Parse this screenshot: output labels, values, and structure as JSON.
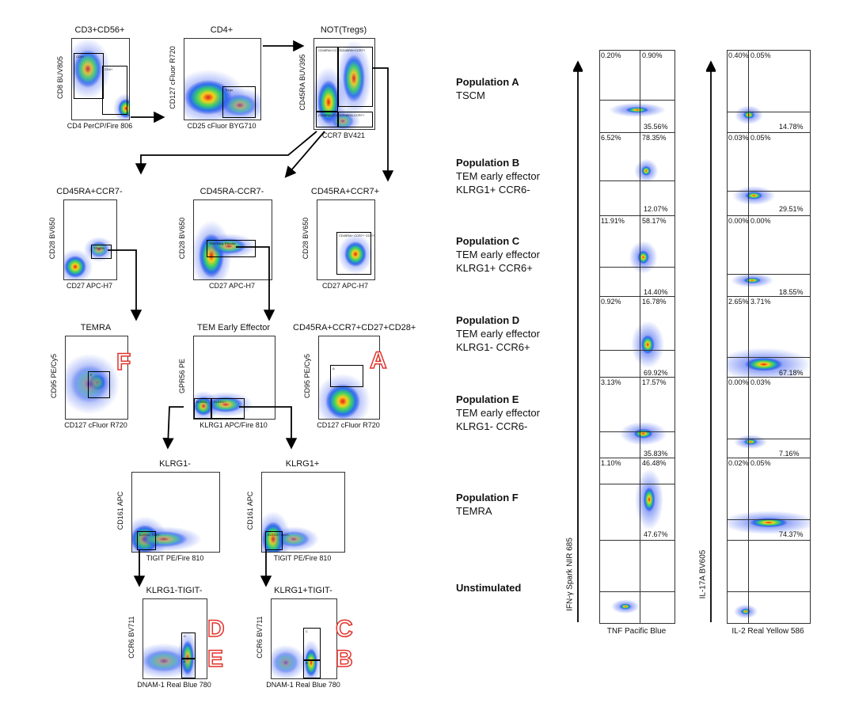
{
  "left_panels": [
    {
      "id": "p1",
      "title": "CD3+CD56+",
      "xlabel": "CD4 PerCP/Fire 806",
      "ylabel": "CD8 BUV805",
      "gates": [
        "CD8+",
        "CD4+"
      ]
    },
    {
      "id": "p2",
      "title": "CD4+",
      "xlabel": "CD25 cFluor BYG710",
      "ylabel": "CD127 cFluor R720",
      "gates": [
        "Tregs"
      ]
    },
    {
      "id": "p3",
      "title": "NOT(Tregs)",
      "xlabel": "CCR7 BV421",
      "ylabel": "CD45RA BUV395",
      "gates": [
        "CD45RA+CCR7-",
        "CD45RA+CCR7+",
        "CD45RA-CCR7-",
        "CD45RA-CCR7+"
      ]
    },
    {
      "id": "p4",
      "title": "CD45RA+CCR7-",
      "xlabel": "CD27 APC-H7",
      "ylabel": "CD28 BV650",
      "gates": [
        "TEMRA"
      ]
    },
    {
      "id": "p5",
      "title": "CD45RA-CCR7-",
      "xlabel": "CD27 APC-H7",
      "ylabel": "CD28 BV650",
      "gates": [
        "TEM Early Effector"
      ]
    },
    {
      "id": "p6",
      "title": "CD45RA+CCR7+",
      "xlabel": "CD27 APC-H7",
      "ylabel": "CD28 BV650",
      "gates": [
        "CD45RA+ CCR7+ CD27+ CD28+"
      ]
    },
    {
      "id": "p7",
      "title": "TEMRA",
      "xlabel": "CD127 cFluor R720",
      "ylabel": "CD95 PE/Cy5",
      "gates": [
        "F"
      ]
    },
    {
      "id": "p8",
      "title": "TEM Early Effector",
      "xlabel": "KLRG1 APC/Fire 810",
      "ylabel": "GPR56 PE",
      "gates": [
        "KLRG1-",
        "KLRG1+"
      ]
    },
    {
      "id": "p9",
      "title": "CD45RA+CCR7+CD27+CD28+",
      "xlabel": "CD127 cFluor R720",
      "ylabel": "CD95 PE/Cy5",
      "gates": [
        "A"
      ]
    },
    {
      "id": "p10",
      "title": "KLRG1-",
      "xlabel": "TIGIT PE/Fire 810",
      "ylabel": "CD161 APC",
      "gates": [
        "KLRG1- TIGIT-"
      ]
    },
    {
      "id": "p11",
      "title": "KLRG1+",
      "xlabel": "TIGIT PE/Fire 810",
      "ylabel": "CD161 APC",
      "gates": [
        "KLRG1+ TIGIT-"
      ]
    },
    {
      "id": "p12",
      "title": "KLRG1-TIGIT-",
      "xlabel": "DNAM-1 Real Blue 780",
      "ylabel": "CCR6 BV711",
      "gates": [
        "D",
        "E"
      ]
    },
    {
      "id": "p13",
      "title": "KLRG1+TIGIT-",
      "xlabel": "DNAM-1 Real Blue 780",
      "ylabel": "CCR6 BV711",
      "gates": [
        "C",
        "B"
      ]
    }
  ],
  "big_labels": {
    "F": "F",
    "A": "A",
    "D": "D",
    "E": "E",
    "C": "C",
    "B": "B"
  },
  "populations": [
    {
      "name": "Population A",
      "lines": [
        "TSCM"
      ]
    },
    {
      "name": "Population B",
      "lines": [
        "TEM early effector",
        "KLRG1+ CCR6-"
      ]
    },
    {
      "name": "Population C",
      "lines": [
        "TEM early effector",
        "KLRG1+ CCR6+"
      ]
    },
    {
      "name": "Population D",
      "lines": [
        "TEM early effector",
        "KLRG1- CCR6+"
      ]
    },
    {
      "name": "Population E",
      "lines": [
        "TEM early effector",
        "KLRG1- CCR6-"
      ]
    },
    {
      "name": "Population F",
      "lines": [
        "TEMRA"
      ]
    },
    {
      "name": "Unstimulated",
      "lines": []
    }
  ],
  "right_grid": {
    "col1": {
      "xlabel": "TNF Pacific Blue",
      "ylabel": "IFN-γ Spark NIR 685",
      "rows": [
        {
          "tl": "0.20%",
          "tr": "0.90%",
          "br": "35.56%"
        },
        {
          "tl": "6.52%",
          "tr": "78.35%",
          "br": "12.07%"
        },
        {
          "tl": "11.91%",
          "tr": "58.17%",
          "br": "14.40%"
        },
        {
          "tl": "0.92%",
          "tr": "16.78%",
          "br": "69.92%"
        },
        {
          "tl": "3.13%",
          "tr": "17.57%",
          "br": "35.83%"
        },
        {
          "tl": "1.10%",
          "tr": "46.48%",
          "br": "47.67%"
        },
        {
          "tl": "",
          "tr": "",
          "br": ""
        }
      ]
    },
    "col2": {
      "xlabel": "IL-2 Real Yellow 586",
      "ylabel": "IL-17A BV605",
      "rows": [
        {
          "tl": "0.40%",
          "tr": "0.05%",
          "br": "14.78%"
        },
        {
          "tl": "0.03%",
          "tr": "0.05%",
          "br": "29.51%"
        },
        {
          "tl": "0.00%",
          "tr": "0.00%",
          "br": "18.55%"
        },
        {
          "tl": "2.65%",
          "tr": "3.71%",
          "br": "67.18%"
        },
        {
          "tl": "0.00%",
          "tr": "0.03%",
          "br": "7.16%"
        },
        {
          "tl": "0.02%",
          "tr": "0.05%",
          "br": "74.37%"
        },
        {
          "tl": "",
          "tr": "",
          "br": ""
        }
      ]
    }
  },
  "colors": {
    "label_red": "#e3322b",
    "dot_blue": "#2a3fe0",
    "dot_hot": "#e81b1b"
  }
}
